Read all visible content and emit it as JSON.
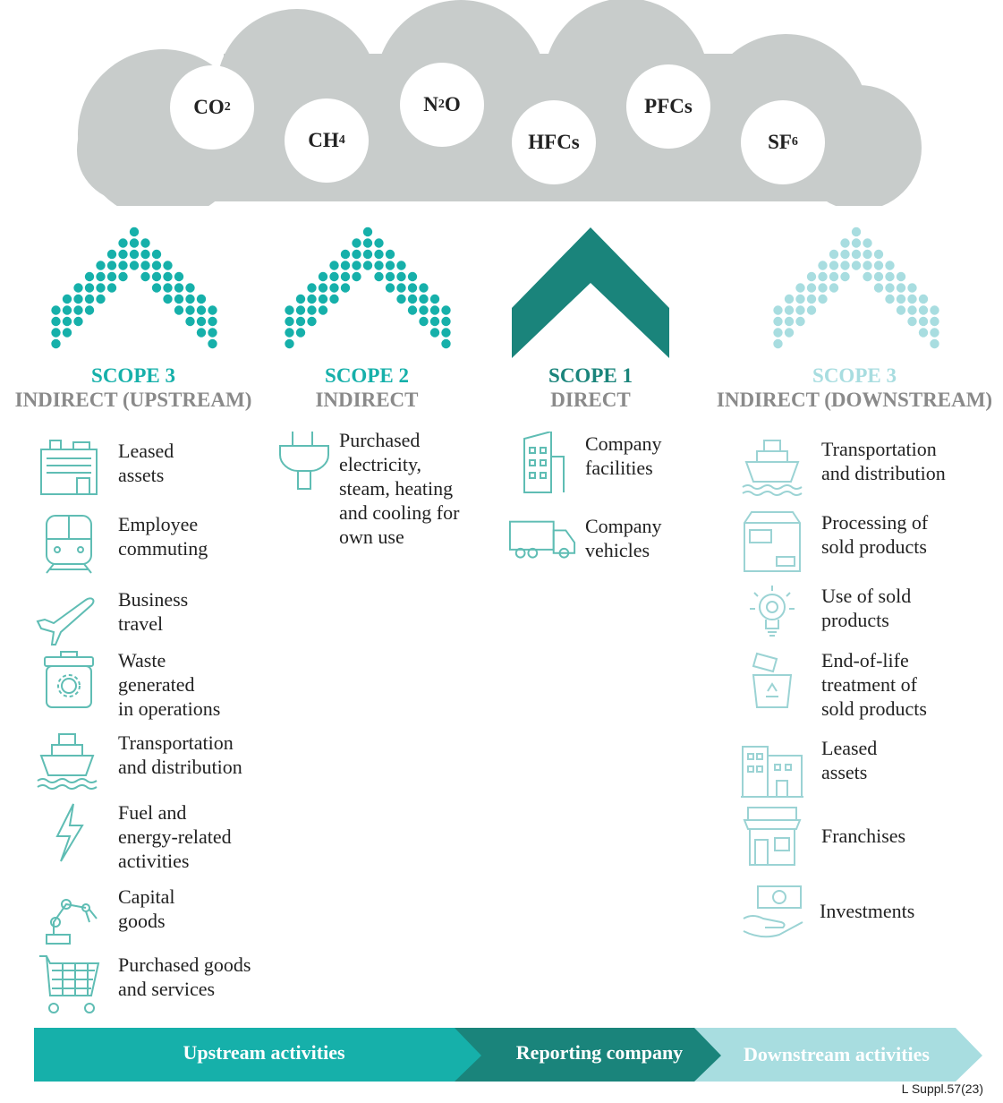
{
  "colors": {
    "cloud": "#c8cccb",
    "upstream": "#16b0aa",
    "direct": "#1a847b",
    "downstream": "#a8dde0",
    "icon_line": "#5fbdb4",
    "icon_line_light": "#9bd3d4"
  },
  "gases": [
    {
      "base": "CO",
      "sub": "2"
    },
    {
      "base": "CH",
      "sub": "4"
    },
    {
      "base": "N",
      "sub": "2",
      "tail": "O"
    },
    {
      "base": "HFCs",
      "sub": ""
    },
    {
      "base": "PFCs",
      "sub": ""
    },
    {
      "base": "SF",
      "sub": "6"
    }
  ],
  "scopes": {
    "scope3_up": {
      "title": "SCOPE 3",
      "subtitle": "INDIRECT (UPSTREAM)"
    },
    "scope2": {
      "title": "SCOPE 2",
      "subtitle": "INDIRECT"
    },
    "scope1": {
      "title": "SCOPE 1",
      "subtitle": "DIRECT"
    },
    "scope3_down": {
      "title": "SCOPE 3",
      "subtitle": "INDIRECT (DOWNSTREAM)"
    }
  },
  "upstream_items": [
    {
      "label": "Leased\nassets",
      "icon": "office-building-icon"
    },
    {
      "label": "Employee\ncommuting",
      "icon": "train-icon"
    },
    {
      "label": "Business\ntravel",
      "icon": "airplane-icon"
    },
    {
      "label": "Waste\ngenerated\nin operations",
      "icon": "waste-bin-icon"
    },
    {
      "label": "Transportation\nand distribution",
      "icon": "ship-icon"
    },
    {
      "label": "Fuel and\nenergy-related\nactivities",
      "icon": "lightning-icon"
    },
    {
      "label": "Capital\ngoods",
      "icon": "robot-arm-icon"
    },
    {
      "label": "Purchased goods\nand services",
      "icon": "shopping-cart-icon"
    }
  ],
  "scope2_items": [
    {
      "label": "Purchased\nelectricity,\nsteam, heating\nand cooling for\nown use",
      "icon": "plug-icon"
    }
  ],
  "scope1_items": [
    {
      "label": "Company\nfacilities",
      "icon": "building-icon"
    },
    {
      "label": "Company\nvehicles",
      "icon": "truck-icon"
    }
  ],
  "downstream_items": [
    {
      "label": "Transportation\nand distribution",
      "icon": "ship-icon"
    },
    {
      "label": "Processing of\nsold products",
      "icon": "box-icon"
    },
    {
      "label": "Use of sold\nproducts",
      "icon": "lightbulb-icon"
    },
    {
      "label": "End-of-life\ntreatment of\nsold products",
      "icon": "recycle-bin-icon"
    },
    {
      "label": "Leased\nassets",
      "icon": "office-building-icon"
    },
    {
      "label": "Franchises",
      "icon": "storefront-icon"
    },
    {
      "label": "Investments",
      "icon": "money-hand-icon"
    }
  ],
  "bottom_bar": {
    "upstream": "Upstream activities",
    "reporting": "Reporting company",
    "downstream": "Downstream activities"
  },
  "reference": "L Suppl.57(23)"
}
